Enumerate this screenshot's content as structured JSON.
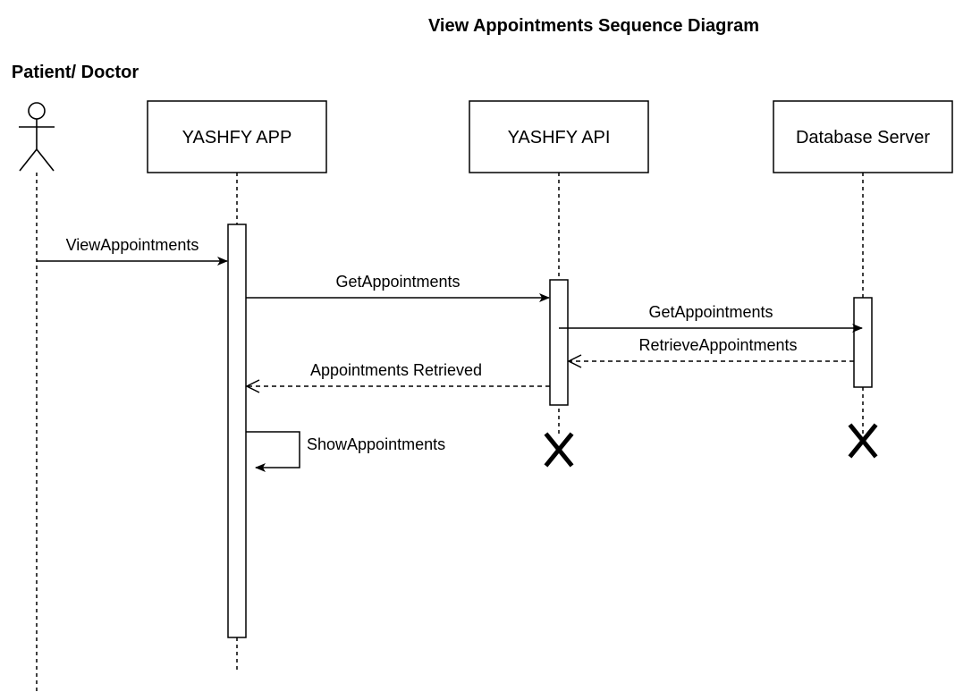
{
  "diagram": {
    "title": "View Appointments Sequence Diagram",
    "actor": {
      "label": "Patient/ Doctor",
      "icon": "stick-figure-icon"
    },
    "participants": [
      {
        "id": "app",
        "label": "YASHFY APP"
      },
      {
        "id": "api",
        "label": "YASHFY API"
      },
      {
        "id": "db",
        "label": "Database Server"
      }
    ],
    "messages": [
      {
        "label": "ViewAppointments",
        "from": "actor",
        "to": "app",
        "style": "solid"
      },
      {
        "label": "GetAppointments",
        "from": "app",
        "to": "api",
        "style": "solid"
      },
      {
        "label": "GetAppointments",
        "from": "api",
        "to": "db",
        "style": "solid"
      },
      {
        "label": "RetrieveAppointments",
        "from": "db",
        "to": "api",
        "style": "dashed"
      },
      {
        "label": "Appointments Retrieved",
        "from": "api",
        "to": "app",
        "style": "dashed"
      },
      {
        "label": "ShowAppointments",
        "from": "app",
        "to": "app",
        "style": "self"
      }
    ],
    "destroyed": [
      "api",
      "db"
    ]
  }
}
